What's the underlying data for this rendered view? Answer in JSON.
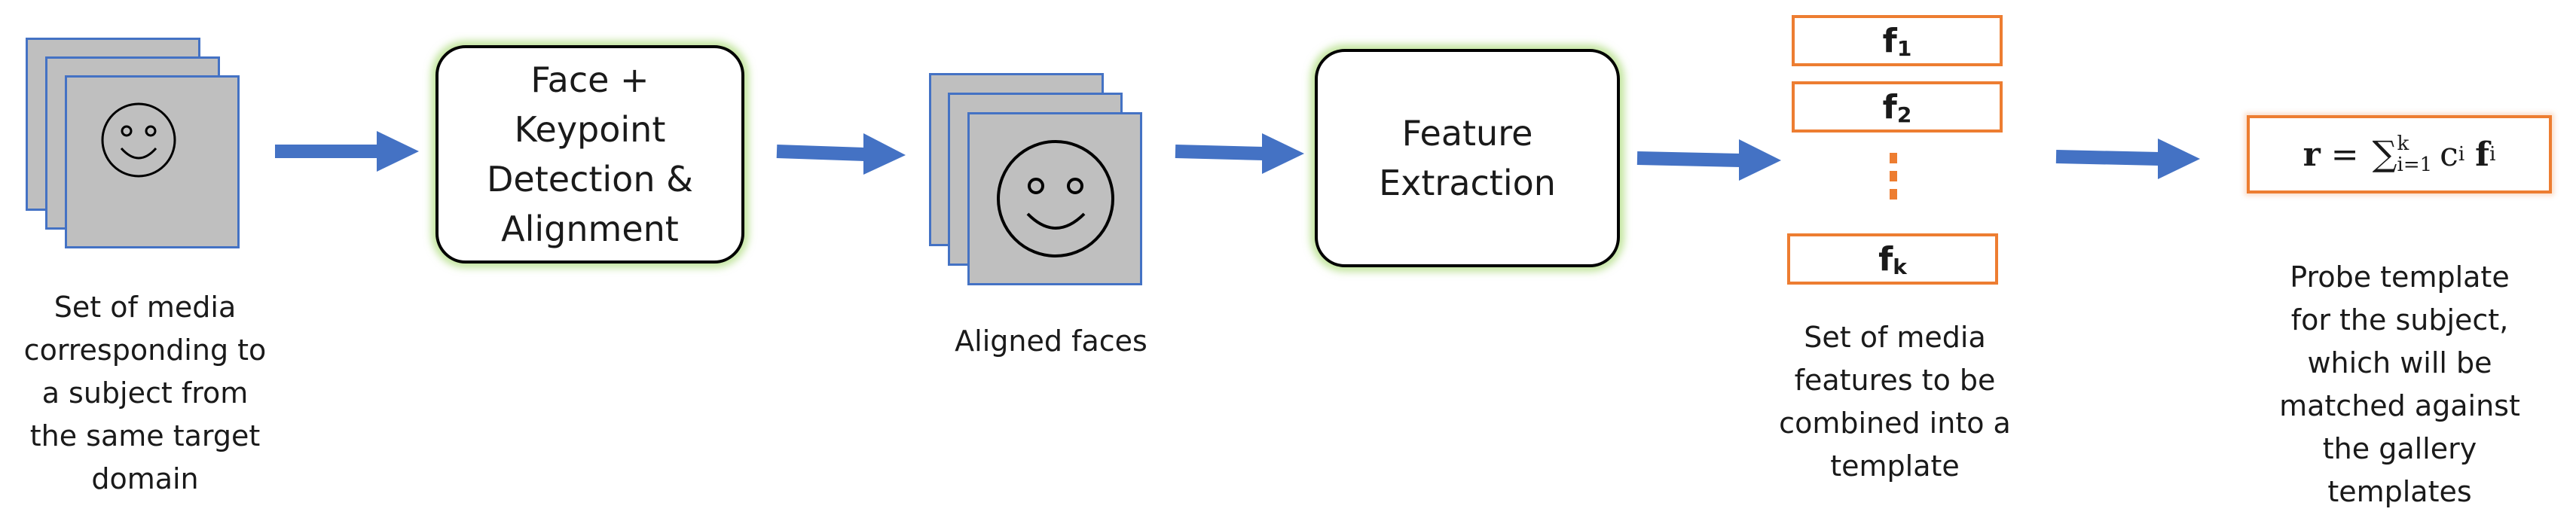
{
  "stages": {
    "detect": {
      "label": "Face +\nKeypoint\nDetection &\nAlignment"
    },
    "extract": {
      "label": "Feature\nExtraction"
    }
  },
  "captions": {
    "media": "Set of media\ncorresponding to\na subject from\nthe same target\ndomain",
    "aligned": "Aligned faces",
    "features": "Set of media\nfeatures to be\ncombined into a\ntemplate",
    "probe": "Probe template\nfor the subject,\nwhich will be\nmatched against\nthe gallery\ntemplates"
  },
  "features": [
    {
      "base": "f",
      "sub": "1"
    },
    {
      "base": "f",
      "sub": "2"
    },
    {
      "base": "f",
      "sub": "k"
    }
  ],
  "equation": {
    "lhs": "r",
    "eq": "=",
    "sum": "∑",
    "upper": "k",
    "lower": "i=1",
    "coef": "c",
    "coef_sub": "i",
    "var": "f",
    "var_sub": "i"
  },
  "colors": {
    "arrow": "#4472c4",
    "card_fill": "#bfbfbf",
    "card_border": "#4472c4",
    "feature_border": "#ed7d31",
    "stage_glow": "#92d050"
  },
  "icons": [
    "face-icon-small",
    "face-icon-large",
    "arrow-right-icon"
  ]
}
